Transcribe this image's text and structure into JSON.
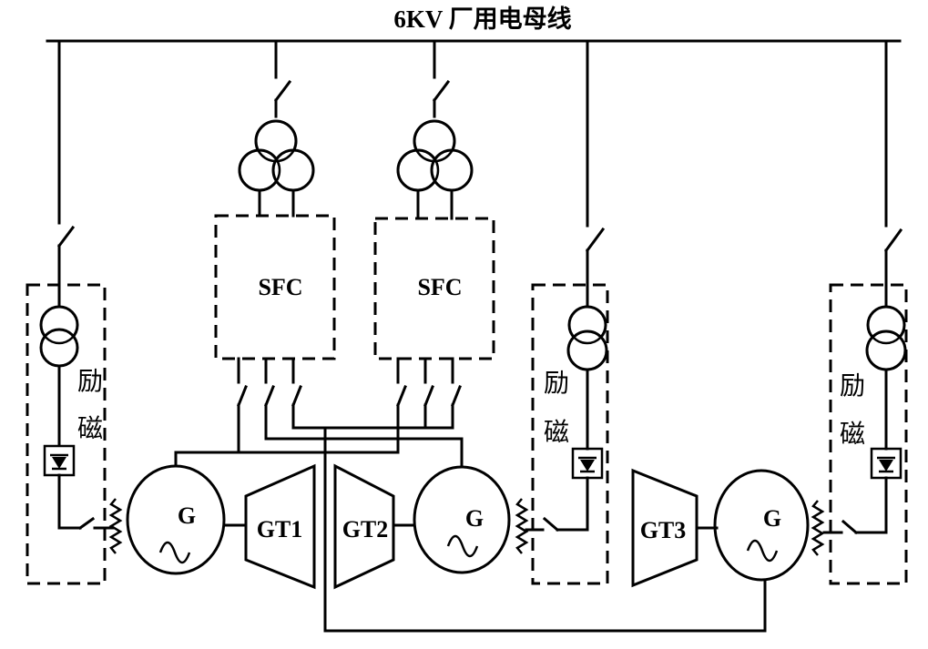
{
  "bus": {
    "label": "6KV 厂用电母线"
  },
  "sfc": [
    {
      "label": "SFC"
    },
    {
      "label": "SFC"
    }
  ],
  "excitation": [
    {
      "label_top": "励",
      "label_bottom": "磁"
    },
    {
      "label_top": "励",
      "label_bottom": "磁"
    },
    {
      "label_top": "励",
      "label_bottom": "磁"
    }
  ],
  "generators": [
    {
      "label": "G"
    },
    {
      "label": "G"
    },
    {
      "label": "G"
    }
  ],
  "turbines": [
    {
      "label": "GT1"
    },
    {
      "label": "GT2"
    },
    {
      "label": "GT3"
    }
  ]
}
